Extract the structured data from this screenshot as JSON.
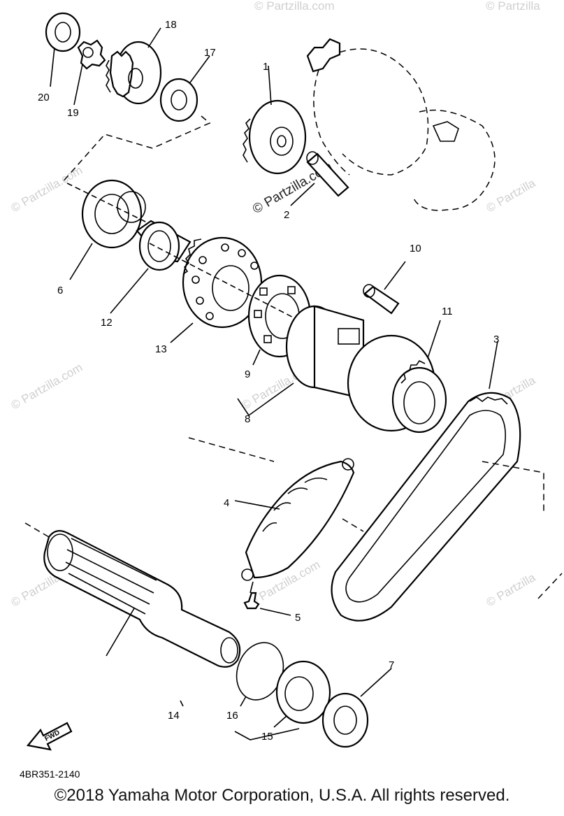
{
  "diagram": {
    "part_number_code": "4BR351-2140",
    "fwd_label": "FWD",
    "callouts": {
      "c1": "1",
      "c2": "2",
      "c3": "3",
      "c4": "4",
      "c5": "5",
      "c6": "6",
      "c7": "7",
      "c8": "8",
      "c9": "9",
      "c10": "10",
      "c11": "11",
      "c12": "12",
      "c13": "13",
      "c14": "14",
      "c15": "15",
      "c16": "16",
      "c17": "17",
      "c18": "18",
      "c19": "19",
      "c20": "20"
    }
  },
  "watermark": {
    "text": "© Partzilla.com",
    "text_short": "© Partzilla",
    "color": "#cfcfcf"
  },
  "footer": {
    "copyright": "©2018 Yamaha Motor Corporation, U.S.A. All rights reserved."
  }
}
